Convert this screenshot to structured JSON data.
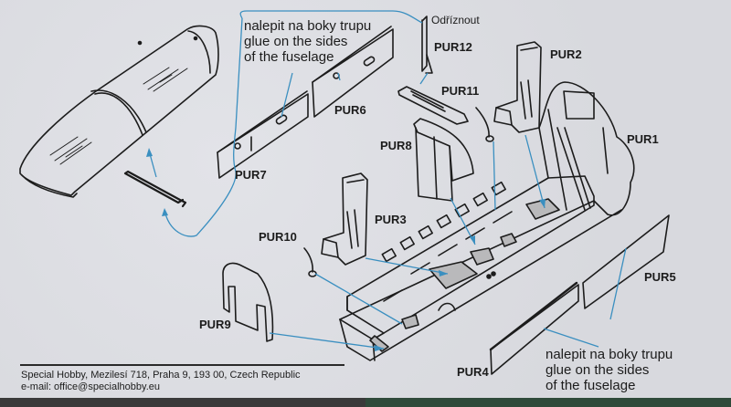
{
  "diagram": {
    "title": "Cockpit resin parts assembly",
    "colors": {
      "paper": "#dcdde2",
      "ink": "#1c1c1c",
      "leader": "#3a8fc0",
      "fill": "#b9b9bb"
    },
    "notes": {
      "top": [
        "nalepit na boky trupu",
        "glue on the sides",
        "of the fuselage"
      ],
      "bottom": [
        "nalepit na boky trupu",
        "glue on the sides",
        "of the fuselage"
      ],
      "cut": "Odříznout"
    },
    "parts": {
      "pur1": "PUR1",
      "pur2": "PUR2",
      "pur3": "PUR3",
      "pur4": "PUR4",
      "pur5": "PUR5",
      "pur6": "PUR6",
      "pur7": "PUR7",
      "pur8": "PUR8",
      "pur9": "PUR9",
      "pur10": "PUR10",
      "pur11": "PUR11",
      "pur12": "PUR12"
    },
    "footer": {
      "address": "Special Hobby, Mezilesí 718, Praha 9, 193 00, Czech Republic",
      "email": "e-mail: office@specialhobby.eu"
    }
  }
}
